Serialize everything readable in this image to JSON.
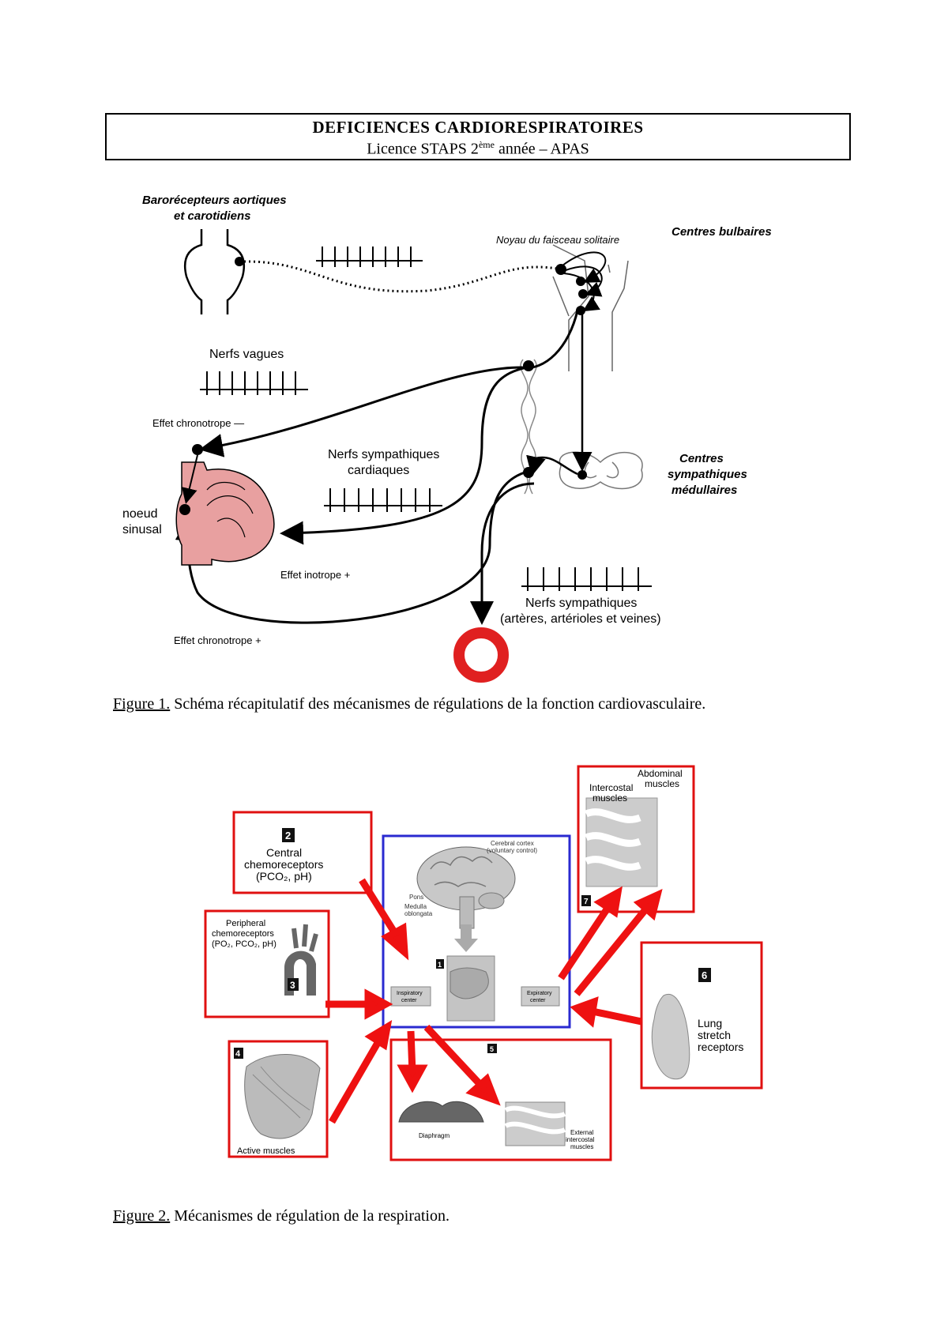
{
  "header": {
    "title": "DEFICIENCES CARDIORESPIRATOIRES",
    "subtitle_pre": "Licence STAPS 2",
    "subtitle_sup": "ème",
    "subtitle_post": " année – APAS"
  },
  "figure1": {
    "labels": {
      "baroreceptors_l1": "Barorécepteurs aortiques",
      "baroreceptors_l2": "et carotidiens",
      "noyau": "Noyau du faisceau solitaire",
      "centres_bulbaires": "Centres bulbaires",
      "nerfs_vagues": "Nerfs vagues",
      "effet_chrono_minus": "Effet chronotrope —",
      "nerfs_symp_card_l1": "Nerfs sympathiques",
      "nerfs_symp_card_l2": "cardiaques",
      "centres_symp_l1": "Centres",
      "centres_symp_l2": "sympathiques",
      "centres_symp_l3": "médullaires",
      "noeud_l1": "noeud",
      "noeud_l2": "sinusal",
      "effet_inotrope": "Effet inotrope +",
      "nerfs_symp_l1": "Nerfs sympathiques",
      "nerfs_symp_l2": "(artères, artérioles et veines)",
      "effet_chrono_plus": "Effet chronotrope +"
    },
    "caption_label": "Figure 1.",
    "caption_text": " Schéma récapitulatif des mécanismes de régulations de la fonction cardiovasculaire."
  },
  "figure2": {
    "labels": {
      "central_num": "2",
      "central_l1": "Central",
      "central_l2": "chemoreceptors",
      "central_l3": "(PCO₂, pH)",
      "periph_l1": "Peripheral",
      "periph_l2": "chemoreceptors",
      "periph_l3": "(PO₂, PCO₂, pH)",
      "periph_num": "3",
      "cortex_l1": "Cerebral cortex",
      "cortex_l2": "(voluntary control)",
      "pons": "Pons",
      "medulla_l1": "Medulla",
      "medulla_l2": "oblongata",
      "center_num": "1",
      "insp_l1": "Inspiratory",
      "insp_l2": "center",
      "exp_l1": "Expiratory",
      "exp_l2": "center",
      "muscles_num": "4",
      "active_muscles": "Active muscles",
      "resp_num": "5",
      "diaphragm": "Diaphragm",
      "ext_l1": "External",
      "ext_l2": "intercostal",
      "ext_l3": "muscles",
      "abd_l1": "Abdominal",
      "abd_l2": "muscles",
      "ic_l1": "Intercostal",
      "ic_l2": "muscles",
      "exp_muscles_num": "7",
      "lung_num": "6",
      "lung_l1": "Lung",
      "lung_l2": "stretch",
      "lung_l3": "receptors"
    },
    "caption_label": "Figure 2.",
    "caption_text": " Mécanismes de régulation de la respiration."
  },
  "colors": {
    "heart": "#e8a0a0",
    "vessel_ring": "#e02020",
    "box_red": "#e01010",
    "box_blue": "#2a2ad0",
    "arrow_red": "#ee1111"
  }
}
